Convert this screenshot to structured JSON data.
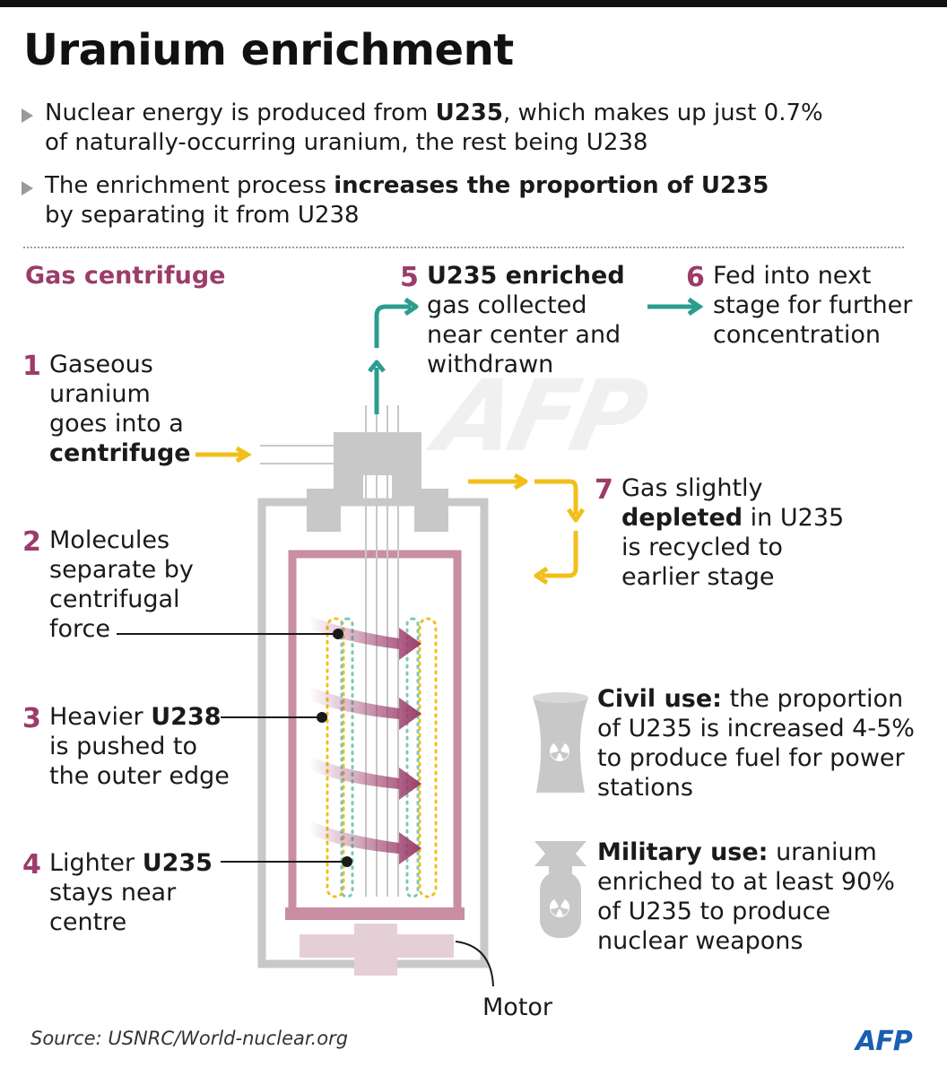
{
  "title": "Uranium enrichment",
  "intro": {
    "b1_pre": "Nuclear energy is produced from ",
    "b1_bold": "U235",
    "b1_post": ", which makes up just 0.7%",
    "b1_line2": "of naturally-occurring uranium, the rest being U238",
    "b2_pre": "The enrichment process ",
    "b2_bold": "increases the proportion of U235",
    "b2_line2": "by separating it from U238"
  },
  "section_title": "Gas centrifuge",
  "steps": {
    "s1": {
      "num": "1",
      "l1": "Gaseous",
      "l2": "uranium",
      "l3": "goes into a",
      "bold": "centrifuge"
    },
    "s2": {
      "num": "2",
      "l1": "Molecules",
      "l2": "separate by",
      "l3": "centrifugal",
      "l4": "force"
    },
    "s3": {
      "num": "3",
      "pre": "Heavier ",
      "bold": "U238",
      "l2": "is pushed to",
      "l3": "the outer edge"
    },
    "s4": {
      "num": "4",
      "pre": "Lighter ",
      "bold": "U235",
      "l2": "stays near",
      "l3": "centre"
    },
    "s5": {
      "num": "5",
      "bold": "U235 enriched",
      "l2": "gas collected",
      "l3": "near center and",
      "l4": "withdrawn"
    },
    "s6": {
      "num": "6",
      "l1": "Fed into next",
      "l2": "stage for further",
      "l3": "concentration"
    },
    "s7": {
      "num": "7",
      "l1": "Gas slightly",
      "bold": "depleted",
      "post": " in U235",
      "l3": "is recycled to",
      "l4": "earlier stage"
    }
  },
  "uses": {
    "civil": {
      "bold": "Civil use:",
      "l1": " the proportion",
      "l2": "of U235 is increased 4-5%",
      "l3": "to produce fuel for power",
      "l4": "stations"
    },
    "military": {
      "bold": "Military use:",
      "l1": " uranium",
      "l2": "enriched to at least 90%",
      "l3": "of U235 to produce",
      "l4": "nuclear weapons"
    }
  },
  "motor_label": "Motor",
  "source": "Source: USNRC/World-nuclear.org",
  "logo": "AFP",
  "colors": {
    "accent": "#9b3c6a",
    "yellow": "#f2bf1a",
    "teal": "#2a9d8f",
    "grey": "#c8c8c8",
    "pink": "#c98ea3"
  },
  "icons": [
    "cooling-tower-icon",
    "bomb-icon",
    "radiation-icon"
  ]
}
